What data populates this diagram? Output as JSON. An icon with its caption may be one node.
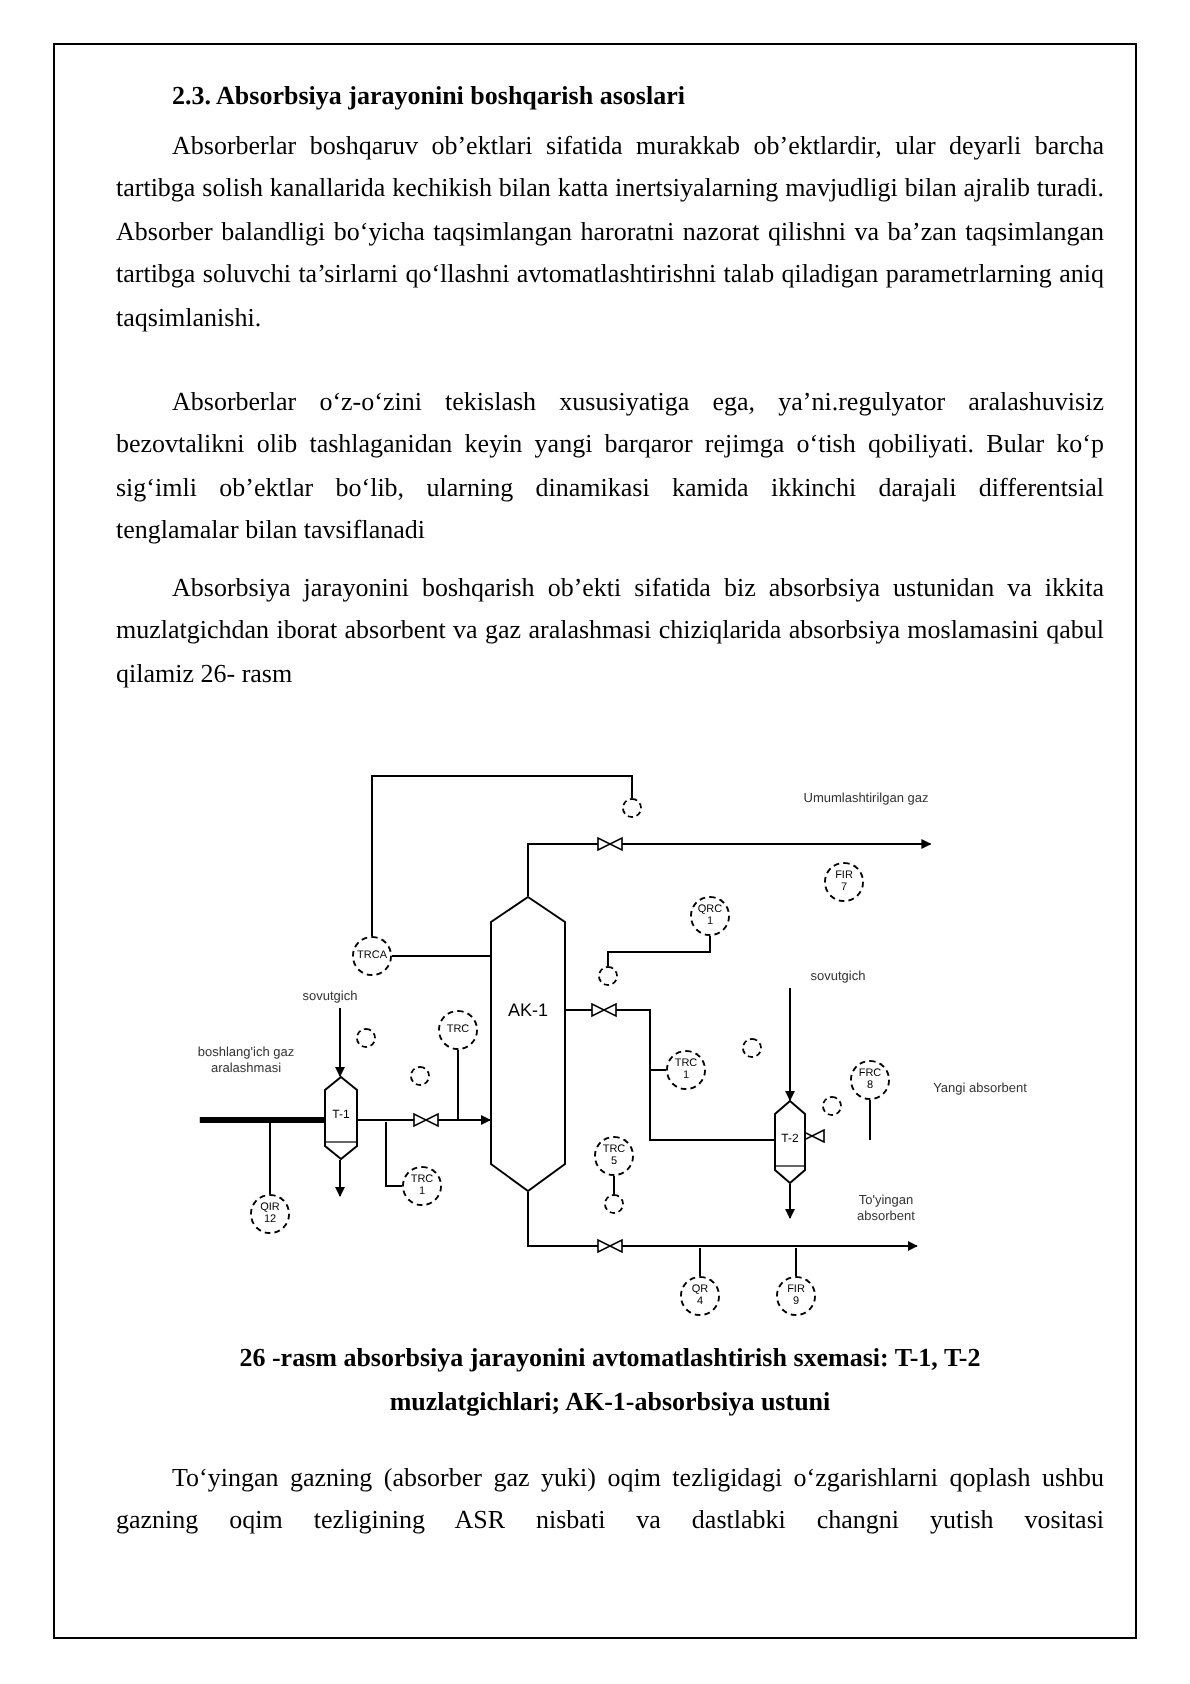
{
  "diagram": {
    "title": "2.3. Absorbsiya jarayonini boshqarish asoslari",
    "caption": "26 -rasm absorbsiya jarayonini avtomatlashtirish sxemasi: T-1, T-2 muzlatgichlari; AK-1-absorbsiya ustuni",
    "nodes": [
      {
        "text": [
          "AK-1"
        ]
      },
      {
        "text": [
          "T-1"
        ]
      },
      {
        "text": [
          "T-2"
        ]
      },
      {
        "text": [
          "TRCA"
        ]
      },
      {
        "text": [
          "QRC 1"
        ]
      },
      {
        "text": [
          "FIR 7"
        ]
      },
      {
        "text": [
          "TRC"
        ]
      },
      {
        "text": [
          "QIR 12"
        ]
      },
      {
        "text": [
          "TRC 1"
        ]
      },
      {
        "text": [
          "TRC 1"
        ]
      },
      {
        "text": [
          "FRC 8"
        ]
      },
      {
        "text": [
          "TRC 5"
        ]
      },
      {
        "text": [
          "QR 4"
        ]
      },
      {
        "text": [
          "FIR 9"
        ]
      },
      {
        "text": [],
        "shape": "circle"
      },
      {
        "text": [],
        "shape": "circle"
      },
      {
        "text": [],
        "shape": "circle"
      },
      {
        "text": [],
        "shape": "circle"
      },
      {
        "text": [],
        "shape": "circle"
      },
      {
        "text": [],
        "shape": "circle"
      },
      {
        "text": [],
        "shape": "circle"
      },
      {
        "text": [
          "Umumlashtirilgan gaz"
        ]
      },
      {
        "text": [
          "sovutgich"
        ]
      },
      {
        "text": [
          "sovutgich"
        ]
      },
      {
        "text": [
          "boshlang'ich gaz aralashmasi"
        ]
      },
      {
        "text": [
          "To'yingan absorbent"
        ]
      }
    ],
    "edges": [
      {
        "from": 0,
        "to": 21,
        "arrow": "to"
      },
      {
        "from": 24,
        "to": 1,
        "arrow": "none",
        "style": "thick"
      },
      {
        "from": 1,
        "to": 0,
        "arrow": "to"
      },
      {
        "from": 22,
        "to": 1,
        "arrow": "to"
      },
      {
        "from": 1,
        "to": null,
        "arrow": "to"
      },
      {
        "from": 0,
        "to": 25,
        "arrow": "to"
      },
      {
        "from": 0,
        "to": 2,
        "arrow": "none"
      },
      {
        "from": 23,
        "to": 2,
        "arrow": "to"
      },
      {
        "from": 2,
        "to": null,
        "arrow": "to"
      },
      {
        "from": 3,
        "to": 0,
        "arrow": "none"
      },
      {
        "from": 3,
        "to": 14,
        "arrow": "none"
      },
      {
        "from": 4,
        "to": 16,
        "arrow": "none"
      },
      {
        "from": 6,
        "to": null,
        "arrow": "none"
      },
      {
        "from": 7,
        "to": null,
        "arrow": "none"
      },
      {
        "from": 8,
        "to": null,
        "arrow": "none"
      },
      {
        "from": 9,
        "to": null,
        "arrow": "none"
      },
      {
        "from": 10,
        "to": null,
        "arrow": "none"
      },
      {
        "from": 11,
        "to": 18,
        "arrow": "none"
      },
      {
        "from": 12,
        "to": null,
        "arrow": "none"
      },
      {
        "from": 13,
        "to": null,
        "arrow": "none"
      }
    ],
    "labels": [
      "Absorberlar boshqaruv ob’ektlari sifatida murakkab ob’ektlardir, ular deyarli barcha tartibga solish kanallarida kechikish bilan katta inertsiyalarning mavjudligi bilan ajralib turadi. Absorber balandligi bo‘yicha taqsimlangan haroratni nazorat qilishni va ba’zan taqsimlangan tartibga soluvchi ta’sirlarni qo‘llashni avtomatlashtirishni talab qiladigan parametrlarning aniq taqsimlanishi.",
      "Absorberlar o‘z-o‘zini tekislash xususiyatiga ega, ya’ni.regulyator aralashuvisiz bezovtalikni olib tashlaganidan keyin yangi barqaror rejimga o‘tish qobiliyati. Bular ko‘p sig‘imli ob’ektlar bo‘lib, ularning dinamikasi kamida ikkinchi darajali differentsial tenglamalar bilan tavsiflanadi",
      "Absorbsiya jarayonini boshqarish ob’ekti sifatida biz absorbsiya ustunidan va ikkita muzlatgichdan iborat absorbent va gaz aralashmasi chiziqlarida absorbsiya moslamasini qabul qilamiz 26- rasm",
      "Yangi absorbent",
      "To‘yingan gazning (absorber gaz yuki) oqim tezligidagi o‘zgarishlarni qoplash ushbu gazning oqim tezligining ASR nisbati va dastlabki changni yutish vositasi"
    ]
  }
}
